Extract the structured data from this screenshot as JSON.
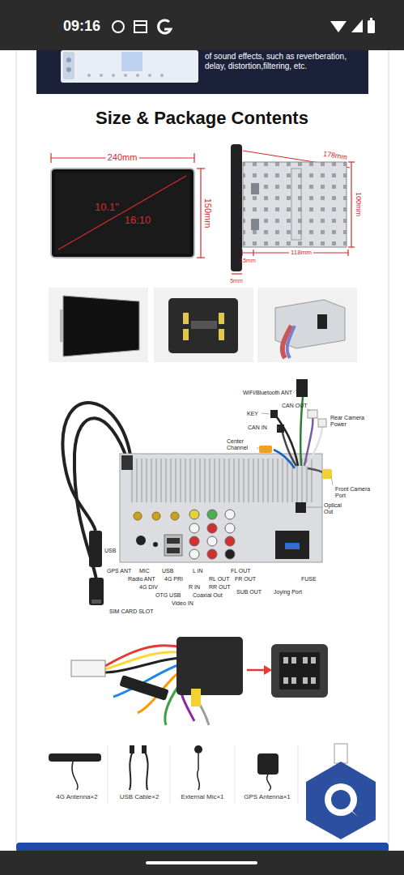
{
  "diagram": {
    "title": "Size & Package Contents",
    "labels": [
      "09:16",
      "of sound effects, such as reverberation, delay, distortion,filtering, etc.",
      "240mm",
      "10.1\"",
      "16:10",
      "150mm",
      "178mm",
      "100mm",
      "15mm",
      "118mm",
      "5mm",
      "WiFi/Bluetooth ANT",
      "KEY",
      "CAN OUT",
      "CAN IN",
      "Rear Camera Power",
      "Center Channel",
      "Front Camera Port",
      "Optical Out",
      "USB",
      "GPS ANT",
      "Radio ANT",
      "MIC",
      "4G DIV",
      "USB",
      "4G PRI",
      "OTG USB",
      "Video IN",
      "R IN",
      "L IN",
      "RL OUT",
      "RR OUT",
      "FL OUT",
      "FR OUT",
      "Coaxial Out",
      "SUB OUT",
      "Joying Port",
      "FUSE",
      "SIM CARD SLOT",
      "4G Antenna×2",
      "USB Cable×2",
      "External Mic×1",
      "GPS Antenna×1"
    ]
  }
}
